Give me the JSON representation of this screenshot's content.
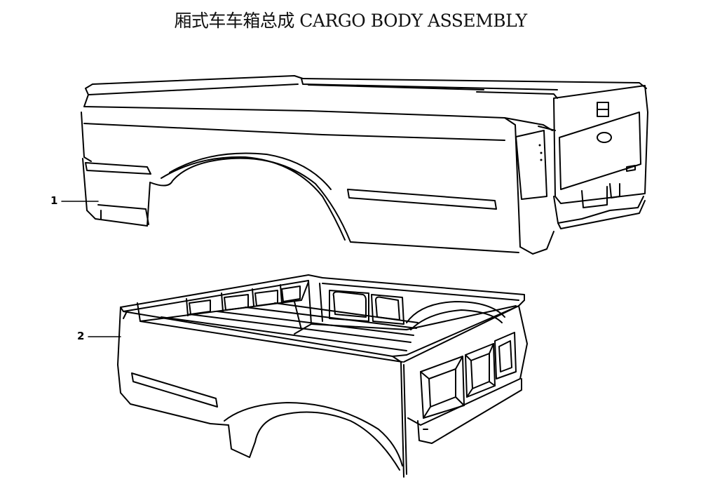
{
  "title": "厢式车车箱总成 CARGO BODY ASSEMBLY",
  "callouts": [
    {
      "label": "1",
      "part": "cargo-body-outer-shell"
    },
    {
      "label": "2",
      "part": "cargo-box-inner-bed"
    }
  ],
  "colors": {
    "ink": "#000000",
    "background": "#ffffff"
  }
}
